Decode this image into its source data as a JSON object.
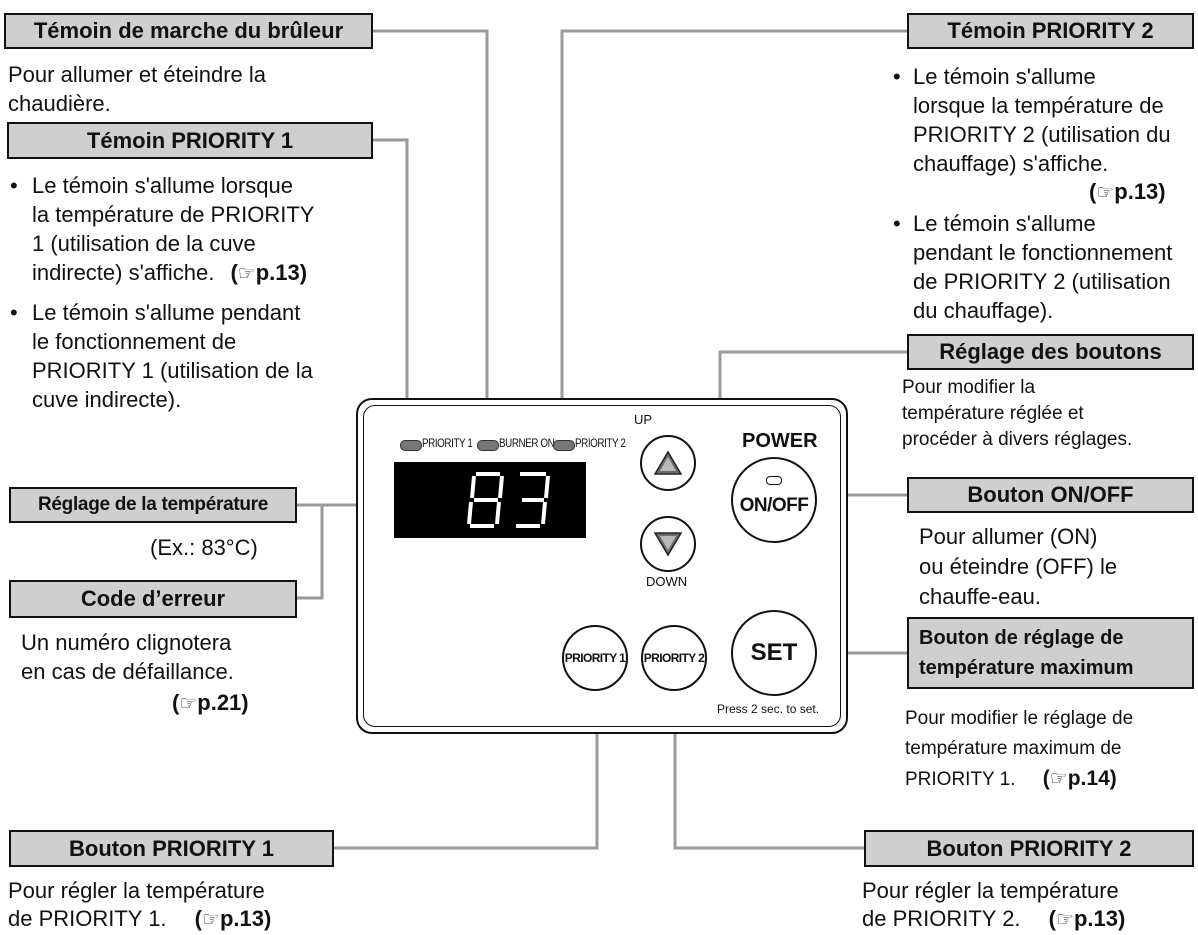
{
  "labels": {
    "burner": "Témoin de marche du brûleur",
    "priority1_led": "Témoin PRIORITY 1",
    "temp_setting": "Réglage de la température",
    "error_code": "Code d’erreur",
    "priority1_btn": "Bouton PRIORITY 1",
    "priority2_led": "Témoin PRIORITY 2",
    "buttons_setting": "Réglage des boutons",
    "onoff_btn": "Bouton ON/OFF",
    "max_temp_btn_l1": "Bouton de réglage de",
    "max_temp_btn_l2": "température maximum",
    "priority2_btn": "Bouton PRIORITY 2"
  },
  "texts": {
    "burner_desc_l1": "Pour allumer et éteindre la",
    "burner_desc_l2": "chaudière.",
    "p1_bullet1_l1": "Le témoin s'allume lorsque",
    "p1_bullet1_l2": "la température de PRIORITY",
    "p1_bullet1_l3": "1 (utilisation de la cuve",
    "p1_bullet1_l4": "indirecte) s'affiche.",
    "p1_bullet2_l1": "Le témoin s'allume pendant",
    "p1_bullet2_l2": "le fonctionnement de",
    "p1_bullet2_l3": "PRIORITY 1 (utilisation de la",
    "p1_bullet2_l4": "cuve indirecte).",
    "temp_example": "(Ex.: 83°C)",
    "error_l1": "Un numéro clignotera",
    "error_l2": "en cas de défaillance.",
    "p1btn_l1": "Pour régler la température",
    "p1btn_l2": "de PRIORITY 1.",
    "p2_bullet1_l1": "Le témoin s'allume",
    "p2_bullet1_l2": "lorsque la température de",
    "p2_bullet1_l3": "PRIORITY 2 (utilisation du",
    "p2_bullet1_l4": "chauffage) s'affiche.",
    "p2_bullet2_l1": "Le témoin s'allume",
    "p2_bullet2_l2": "pendant le fonctionnement",
    "p2_bullet2_l3": "de PRIORITY 2 (utilisation",
    "p2_bullet2_l4": "du chauffage).",
    "buttons_l1": "Pour modifier la",
    "buttons_l2": "température réglée et",
    "buttons_l3": "procéder à divers réglages.",
    "onoff_l1": "Pour allumer (ON)",
    "onoff_l2": "ou éteindre (OFF) le",
    "onoff_l3": "chauffe-eau.",
    "max_l1": "Pour modifier le réglage de",
    "max_l2": "température maximum de",
    "max_l3": "PRIORITY 1.",
    "p2btn_l1": "Pour régler la température",
    "p2btn_l2": "de PRIORITY 2.",
    "bullet": "•",
    "hand": "☞"
  },
  "refs": {
    "p13": "p.13",
    "p21": "p.21",
    "p14": "p.14"
  },
  "panel": {
    "led_priority1": "PRIORITY 1",
    "led_burner": "BURNER ON",
    "led_priority2": "PRIORITY 2",
    "display_value": "83",
    "up": "UP",
    "down": "DOWN",
    "power": "POWER",
    "onoff": "ON/OFF",
    "set": "SET",
    "press_note": "Press 2 sec. to set.",
    "priority1_btn": "PRIORITY 1",
    "priority2_btn": "PRIORITY 2"
  }
}
